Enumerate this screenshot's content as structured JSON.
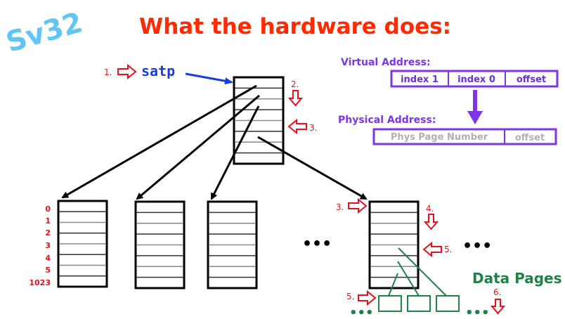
{
  "logo": "Sv32",
  "title": "What the hardware does:",
  "satp": {
    "step": "1.",
    "label": "satp"
  },
  "steps": {
    "s2": "2.",
    "s3_top": "3.",
    "s3_bottom": "3.",
    "s4": "4.",
    "s5_mid": "5.",
    "s5_bottom": "5.",
    "s6": "6."
  },
  "row_labels": [
    "0",
    "1",
    "2",
    "3",
    "4",
    "5",
    "1023"
  ],
  "ellipsis": "•••",
  "data_pages": "Data Pages",
  "virtual_address": {
    "label": "Virtual Address:",
    "fields": [
      "index 1",
      "index 0",
      "offset"
    ]
  },
  "physical_address": {
    "label": "Physical Address:",
    "fields": [
      "Phys Page Number",
      "offset"
    ]
  },
  "colors": {
    "title": "#ff2a00",
    "logo": "#62c6f4",
    "step": "#e8101a",
    "satp": "#1a3de0",
    "address": "#7d35e8",
    "data": "#1f8048"
  }
}
